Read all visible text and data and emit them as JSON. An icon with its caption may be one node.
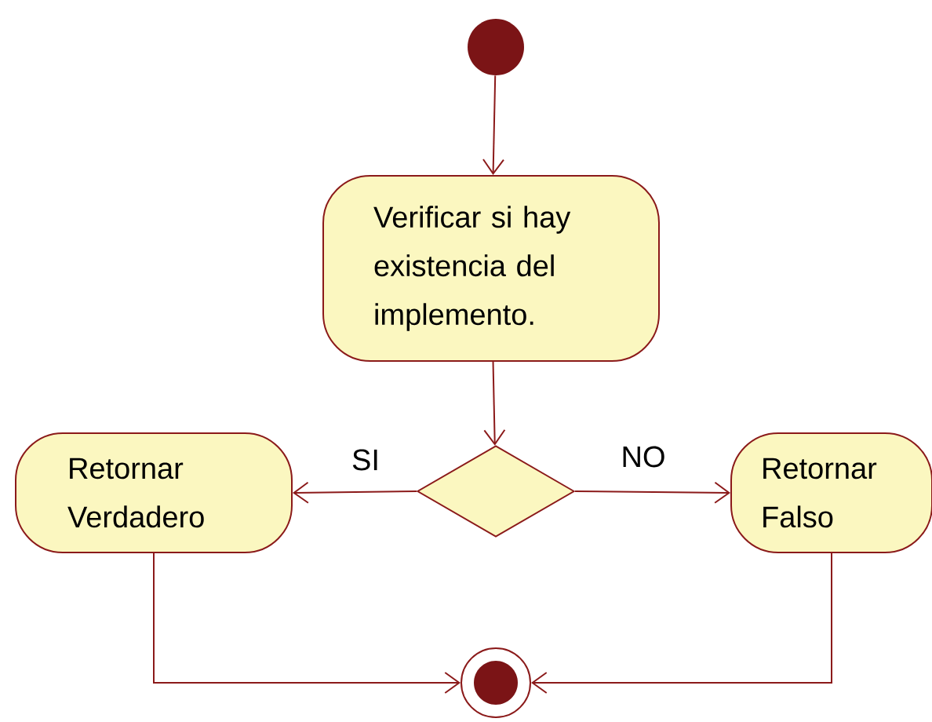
{
  "diagram": {
    "nodes": [
      {
        "text": [],
        "shape": "circle"
      },
      {
        "text": [
          "Verificar si hay existencia del implemento."
        ]
      },
      {
        "text": [],
        "shape": "diamond"
      },
      {
        "text": [
          "Retornar Verdadero"
        ]
      },
      {
        "text": [
          "Retornar Falso"
        ]
      },
      {
        "text": [],
        "shape": "circle"
      }
    ],
    "edges": [
      {
        "from": 0,
        "to": 1,
        "arrow": "to"
      },
      {
        "from": 1,
        "to": 2,
        "arrow": "to"
      },
      {
        "from": 2,
        "to": 3,
        "arrow": "to",
        "label": "SI"
      },
      {
        "from": 2,
        "to": 4,
        "arrow": "to",
        "label": "NO"
      },
      {
        "from": 3,
        "to": 5,
        "arrow": "to"
      },
      {
        "from": 4,
        "to": 5,
        "arrow": "to"
      }
    ]
  }
}
